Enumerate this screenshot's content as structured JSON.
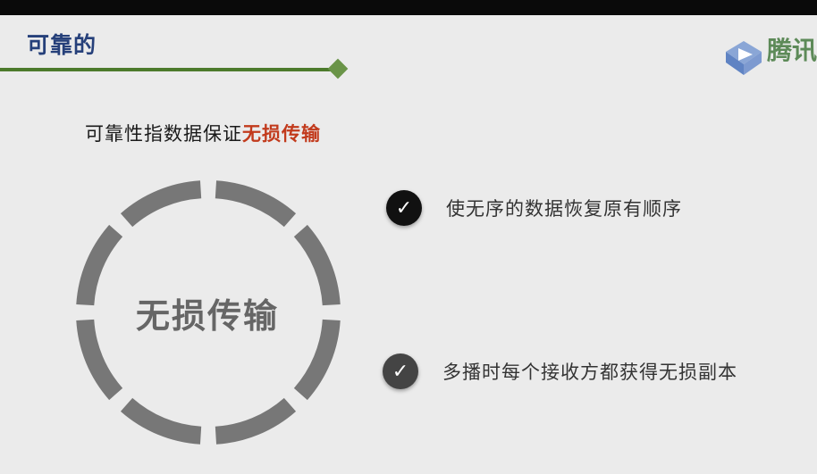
{
  "header": {
    "title": "可靠的"
  },
  "logo": {
    "text": "腾讯",
    "icon": "play-triangle-icon"
  },
  "subtitle": {
    "prefix": "可靠性指数据保证",
    "emphasis": "无损传输"
  },
  "ring": {
    "center_label": "无损传输"
  },
  "points": [
    {
      "icon": "check-icon",
      "symbol": "✓",
      "text": "使无序的数据恢复原有顺序",
      "color": "#111111"
    },
    {
      "icon": "check-icon",
      "symbol": "✓",
      "text": "多播时每个接收方都获得无损副本",
      "color": "#444444"
    }
  ],
  "colors": {
    "accent_red": "#c23a1c",
    "title_blue": "#26407a",
    "header_green": "#4c7a2c",
    "ring_gray": "#777777"
  }
}
